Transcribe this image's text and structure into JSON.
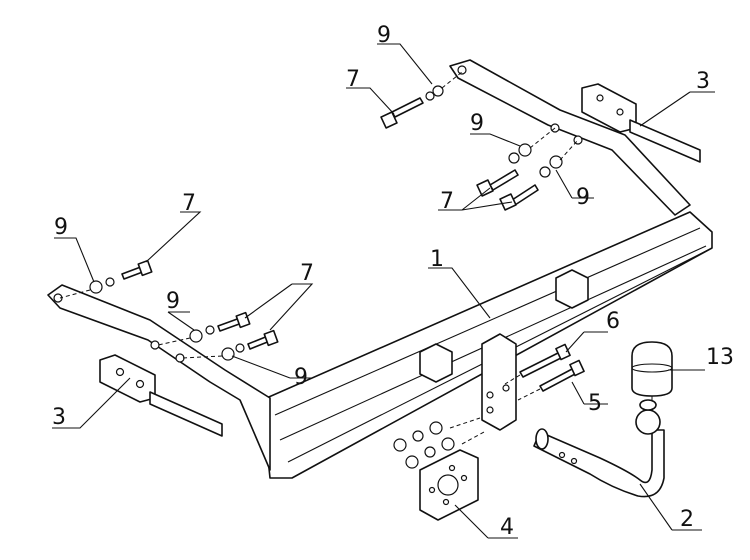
{
  "diagram": {
    "callouts": {
      "c1": "1",
      "c2": "2",
      "c3a": "3",
      "c3b": "3",
      "c4": "4",
      "c5": "5",
      "c6": "6",
      "c7a": "7",
      "c7b": "7",
      "c7c": "7",
      "c7d": "7",
      "c9a": "9",
      "c9b": "9",
      "c9c": "9",
      "c9d": "9",
      "c9e": "9",
      "c9f": "9",
      "c13": "13"
    }
  }
}
